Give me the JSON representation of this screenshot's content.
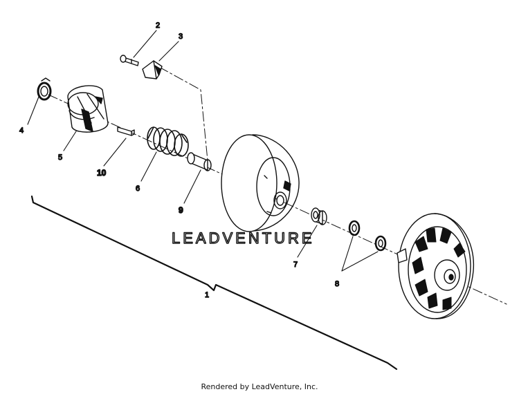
{
  "diagram": {
    "callouts": {
      "c1": "1",
      "c2": "2",
      "c3": "3",
      "c4": "4",
      "c5": "5",
      "c6": "6",
      "c7": "7",
      "c8": "8",
      "c9": "9",
      "c10": "10"
    },
    "watermark": "LEADVENTURE"
  },
  "footer": {
    "text": "Rendered by LeadVenture, Inc."
  }
}
